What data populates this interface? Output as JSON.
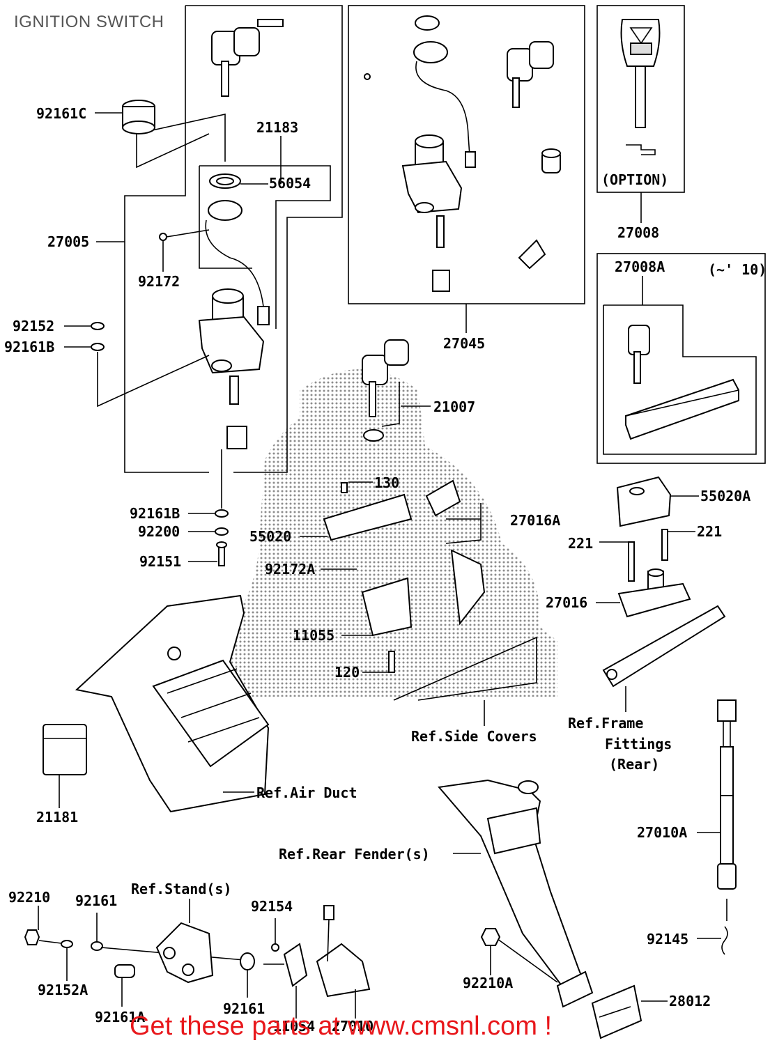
{
  "title": "IGNITION SWITCH",
  "promo": "Get these parts at www.cmsnl.com !",
  "colors": {
    "promo": "#e8171b",
    "title": "#555555",
    "line": "#000000"
  },
  "labels": {
    "p92161C": "92161C",
    "p21183": "21183",
    "p56054": "56054",
    "p27005": "27005",
    "p92172": "92172",
    "p92152": "92152",
    "p92161B_a": "92161B",
    "p92161B_b": "92161B",
    "p92200": "92200",
    "p92151": "92151",
    "p27045": "27045",
    "p27008": "27008",
    "option": "(OPTION)",
    "p27008A": "27008A",
    "range": "(~' 10)",
    "p21007": "21007",
    "p130": "130",
    "p55020": "55020",
    "p27016A": "27016A",
    "p55020A": "55020A",
    "p221_a": "221",
    "p221_b": "221",
    "p92172A": "92172A",
    "p27016": "27016",
    "p11055": "11055",
    "p120": "120",
    "ref_side_covers": "Ref.Side Covers",
    "ref_frame": "Ref.Frame",
    "fittings": "Fittings",
    "rear": "(Rear)",
    "ref_air_duct": "Ref.Air Duct",
    "p21181": "21181",
    "ref_rear_fender": "Ref.Rear Fender(s)",
    "p27010A": "27010A",
    "ref_stand": "Ref.Stand(s)",
    "p92210": "92210",
    "p92161": "92161",
    "p92154": "92154",
    "p92145": "92145",
    "p92152A": "92152A",
    "p92161_b": "92161",
    "p92210A": "92210A",
    "p28012": "28012",
    "p92161A": "92161A",
    "p11054": "11054",
    "p27010": "27010"
  }
}
